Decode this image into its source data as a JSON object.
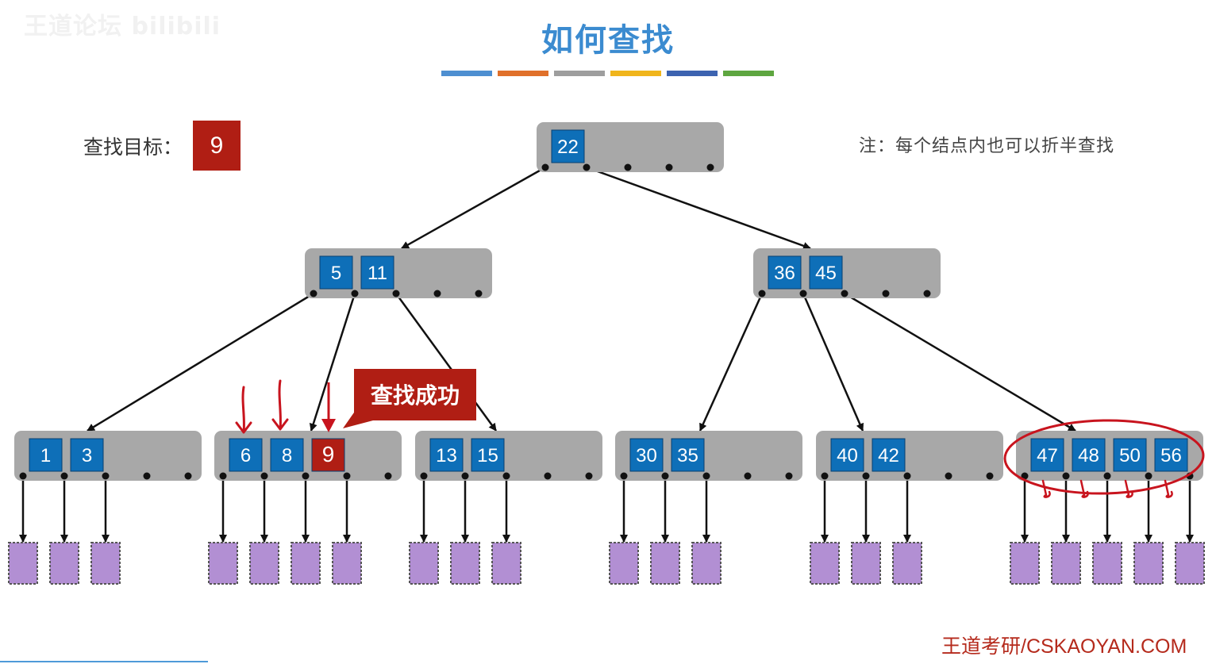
{
  "watermark": "王道论坛 bilibili",
  "title": "如何查找",
  "title_underline_colors": [
    "#4e8fd1",
    "#e0702a",
    "#9e9e9e",
    "#f0b51c",
    "#3c63b0",
    "#5ea640"
  ],
  "target": {
    "label": "查找目标：",
    "value": "9"
  },
  "note": "注：每个结点内也可以折半查找",
  "success_label": "查找成功",
  "footer": "王道考研/CSKAOYAN.COM",
  "colors": {
    "key": "#0e6fb8",
    "key_found": "#b01e14",
    "node": "#a8a8a8",
    "leaf": "#b28fd3",
    "annotation": "#c8141e"
  },
  "tree": {
    "root": {
      "keys": [
        "22"
      ]
    },
    "level1": [
      {
        "keys": [
          "5",
          "11"
        ]
      },
      {
        "keys": [
          "36",
          "45"
        ]
      }
    ],
    "leaves": [
      {
        "keys": [
          "1",
          "3"
        ]
      },
      {
        "keys": [
          "6",
          "8",
          "9"
        ],
        "found": "9"
      },
      {
        "keys": [
          "13",
          "15"
        ]
      },
      {
        "keys": [
          "30",
          "35"
        ]
      },
      {
        "keys": [
          "40",
          "42"
        ]
      },
      {
        "keys": [
          "47",
          "48",
          "50",
          "56"
        ]
      }
    ]
  }
}
